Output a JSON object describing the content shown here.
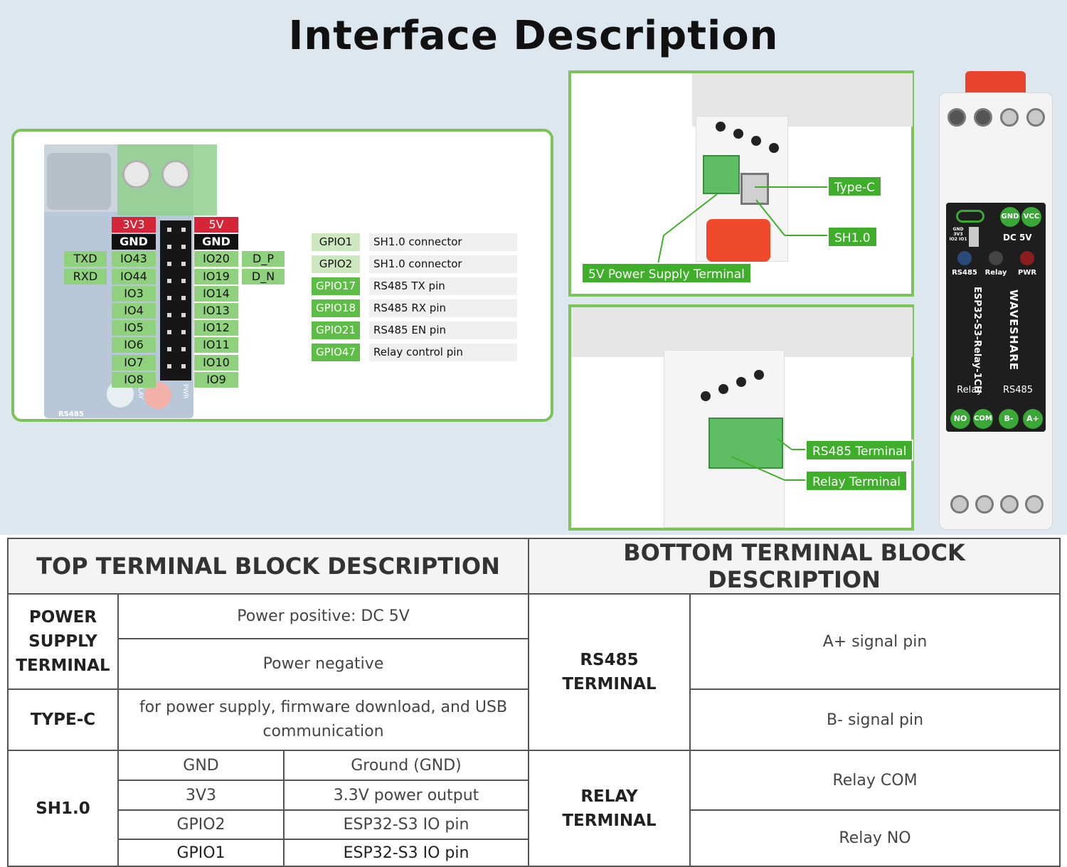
{
  "title": "Interface Description",
  "pinout": {
    "left_labels": [
      {
        "fn": "",
        "pin": "3V3",
        "style": "red"
      },
      {
        "fn": "",
        "pin": "GND",
        "style": "black"
      },
      {
        "fn": "TXD",
        "pin": "IO43",
        "style": "green"
      },
      {
        "fn": "RXD",
        "pin": "IO44",
        "style": "green"
      },
      {
        "fn": "",
        "pin": "IO3",
        "style": "green"
      },
      {
        "fn": "",
        "pin": "IO4",
        "style": "green"
      },
      {
        "fn": "",
        "pin": "IO5",
        "style": "green"
      },
      {
        "fn": "",
        "pin": "IO6",
        "style": "green"
      },
      {
        "fn": "",
        "pin": "IO7",
        "style": "green"
      },
      {
        "fn": "",
        "pin": "IO8",
        "style": "green"
      }
    ],
    "right_labels": [
      {
        "pin": "5V",
        "fn": "",
        "style": "red"
      },
      {
        "pin": "GND",
        "fn": "",
        "style": "black"
      },
      {
        "pin": "IO20",
        "fn": "D_P",
        "style": "green"
      },
      {
        "pin": "IO19",
        "fn": "D_N",
        "style": "green"
      },
      {
        "pin": "IO14",
        "fn": "",
        "style": "green"
      },
      {
        "pin": "IO13",
        "fn": "",
        "style": "green"
      },
      {
        "pin": "IO12",
        "fn": "",
        "style": "green"
      },
      {
        "pin": "IO11",
        "fn": "",
        "style": "green"
      },
      {
        "pin": "IO10",
        "fn": "",
        "style": "green"
      },
      {
        "pin": "IO9",
        "fn": "",
        "style": "green"
      }
    ],
    "board_marks": {
      "rs485": "RS485",
      "relay": "RELAY",
      "pwr": "PWR"
    },
    "gpio_table": [
      {
        "pin": "GPIO1",
        "desc": "SH1.0 connector",
        "style": "k1"
      },
      {
        "pin": "GPIO2",
        "desc": "SH1.0 connector",
        "style": "k1"
      },
      {
        "pin": "GPIO17",
        "desc": "RS485 TX pin",
        "style": "k2"
      },
      {
        "pin": "GPIO18",
        "desc": "RS485 RX pin",
        "style": "k2"
      },
      {
        "pin": "GPIO21",
        "desc": "RS485 EN pin",
        "style": "k2"
      },
      {
        "pin": "GPIO47",
        "desc": "Relay control pin",
        "style": "k2"
      }
    ]
  },
  "photo_top": {
    "type_c": "Type-C",
    "sh10": "SH1.0",
    "power_terminal": "5V Power Supply Terminal"
  },
  "photo_bottom": {
    "rs485_terminal": "RS485 Terminal",
    "relay_terminal": "Relay Terminal"
  },
  "device": {
    "gnd": "GND",
    "vcc": "VCC",
    "dc5v": "DC 5V",
    "sh_pins": "GND 3V3 IO2 IO1",
    "led_rs485": "RS485",
    "led_relay": "Relay",
    "led_pwr": "PWR",
    "model": "ESP32-S3-Relay-1CH",
    "brand": "WAVESHARE",
    "relay": "Relay",
    "rs485": "RS485",
    "no": "NO",
    "com": "COM",
    "bminus": "B-",
    "aplus": "A+"
  },
  "table": {
    "top_header": "TOP TERMINAL BLOCK DESCRIPTION",
    "bottom_header": "BOTTOM TERMINAL BLOCK DESCRIPTION",
    "power_label": "POWER SUPPLY TERMINAL",
    "power_positive": "Power positive: DC 5V",
    "power_negative": "Power negative",
    "typec_label": "TYPE-C",
    "typec_desc": "for power supply, firmware download, and USB communication",
    "sh10_label": "SH1.0",
    "sh10_rows": [
      {
        "pin": "GND",
        "desc": "Ground (GND)"
      },
      {
        "pin": "3V3",
        "desc": "3.3V power output"
      },
      {
        "pin": "GPIO2",
        "desc": "ESP32-S3 IO pin"
      },
      {
        "pin": "GPIO1",
        "desc": "ESP32-S3 IO pin"
      }
    ],
    "rs485_label": "RS485 TERMINAL",
    "aplus_desc": "A+ signal pin",
    "bminus_desc": "B- signal pin",
    "relay_label": "RELAY TERMINAL",
    "relay_com": "Relay COM",
    "relay_no": "Relay NO"
  },
  "colors": {
    "accent_green": "#3fae2a",
    "pin_red": "#d42638",
    "pin_green": "#8fd17c"
  }
}
